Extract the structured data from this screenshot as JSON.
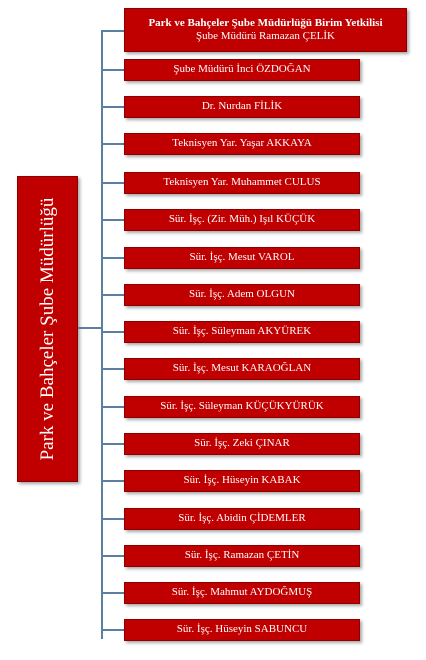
{
  "root": {
    "label": "Park ve Bahçeler Şube Müdürlüğü"
  },
  "head": {
    "title": "Park ve Bahçeler Şube Müdürlüğü Birim Yetkilisi",
    "name": "Şube Müdürü Ramazan ÇELİK"
  },
  "staff": [
    "Şube Müdürü İnci ÖZDOĞAN",
    "Dr. Nurdan FİLİK",
    "Teknisyen Yar. Yaşar AKKAYA",
    "Teknisyen Yar. Muhammet CULUS",
    "Sür. İşç. (Zir. Müh.) Işıl KÜÇÜK",
    "Sür. İşç. Mesut VAROL",
    "Sür. İşç. Adem OLGUN",
    "Sür. İşç. Süleyman AKYÜREK",
    "Sür. İşç. Mesut KARAOĞLAN",
    "Sür. İşç. Süleyman KÜÇÜKYÜRÜK",
    "Sür. İşç. Zeki ÇINAR",
    "Sür. İşç. Hüseyin KABAK",
    "Sür. İşç. Abidin ÇİDEMLER",
    "Sür. İşç. Ramazan ÇETİN",
    "Sür. İşç. Mahmut AYDOĞMUŞ",
    "Sür. İşç. Hüseyin SABUNCU"
  ],
  "colors": {
    "box": "#c00000",
    "border": "#8b0000",
    "line": "#5b7ea3",
    "text": "#ffffff"
  }
}
